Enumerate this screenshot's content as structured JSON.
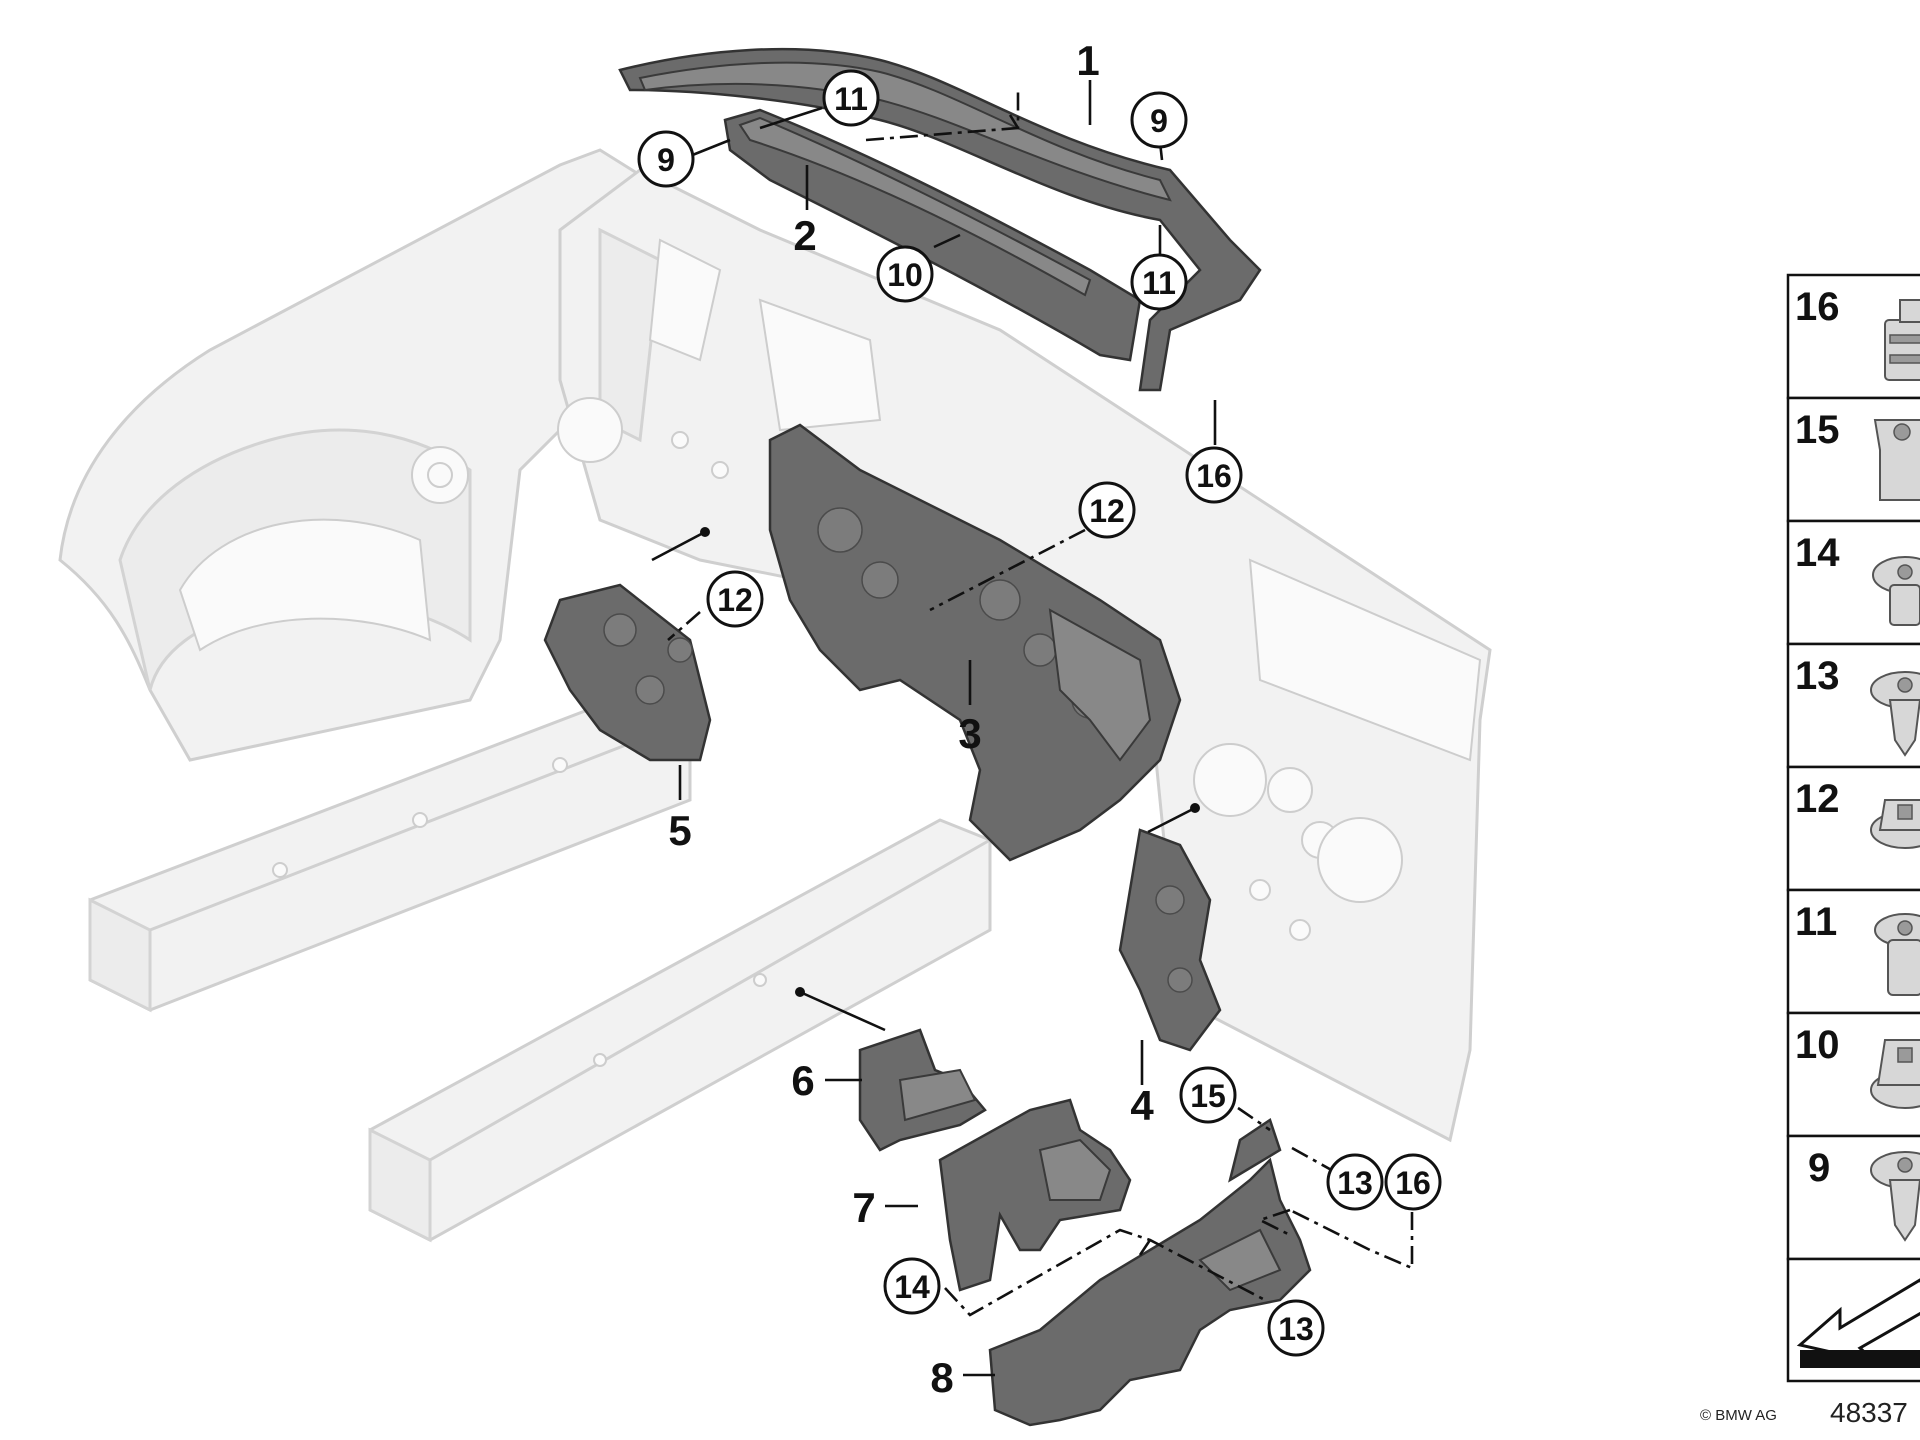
{
  "diagram": {
    "parts": [
      {
        "id": "part-1",
        "label": "1"
      },
      {
        "id": "part-2",
        "label": "2"
      },
      {
        "id": "part-3",
        "label": "3"
      },
      {
        "id": "part-4",
        "label": "4"
      },
      {
        "id": "part-5",
        "label": "5"
      },
      {
        "id": "part-6",
        "label": "6"
      },
      {
        "id": "part-7",
        "label": "7"
      },
      {
        "id": "part-8",
        "label": "8"
      }
    ],
    "callouts": [
      {
        "id": "c11a",
        "label": "11"
      },
      {
        "id": "c9a",
        "label": "9"
      },
      {
        "id": "c9b",
        "label": "9"
      },
      {
        "id": "c10",
        "label": "10"
      },
      {
        "id": "c11b",
        "label": "11"
      },
      {
        "id": "c16a",
        "label": "16"
      },
      {
        "id": "c12a",
        "label": "12"
      },
      {
        "id": "c12b",
        "label": "12"
      },
      {
        "id": "c15",
        "label": "15"
      },
      {
        "id": "c13a",
        "label": "13"
      },
      {
        "id": "c16b",
        "label": "16"
      },
      {
        "id": "c14",
        "label": "14"
      },
      {
        "id": "c13b",
        "label": "13"
      }
    ],
    "legend": [
      "16",
      "15",
      "14",
      "13",
      "12",
      "11",
      "10",
      "9"
    ],
    "footer": {
      "copyright": "© BMW AG",
      "drawing_id": "48337"
    }
  }
}
